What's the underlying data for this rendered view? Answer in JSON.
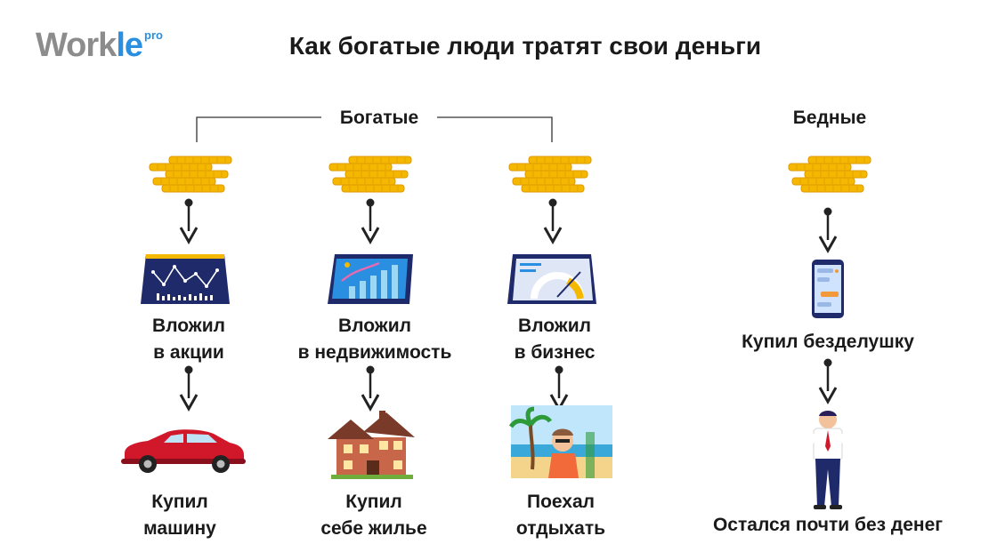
{
  "logo": {
    "part1": "Work",
    "part2": "le",
    "sup": "pro"
  },
  "title": "Как богатые люди тратят свои деньги",
  "groups": {
    "rich": "Богатые",
    "poor": "Бедные"
  },
  "columns": [
    {
      "step1": [
        "Вложил",
        "в акции"
      ],
      "step2": [
        "Купил",
        "машину"
      ]
    },
    {
      "step1": [
        "Вложил",
        "в недвижимость"
      ],
      "step2": [
        "Купил",
        "себе жилье"
      ]
    },
    {
      "step1": [
        "Вложил",
        "в бизнес"
      ],
      "step2": [
        "Поехал",
        "отдыхать"
      ]
    },
    {
      "step1": [
        "Купил безделушку"
      ],
      "step2": [
        "Остался почти без денег"
      ]
    }
  ],
  "colors": {
    "coin": "#f5b800",
    "coin_edge": "#e09a00",
    "arrow": "#222222",
    "tablet": "#1f2a6b",
    "accent_blue": "#2a8fe0",
    "car": "#d0182a",
    "house": "#c8664a",
    "roof": "#7a3a2a"
  }
}
